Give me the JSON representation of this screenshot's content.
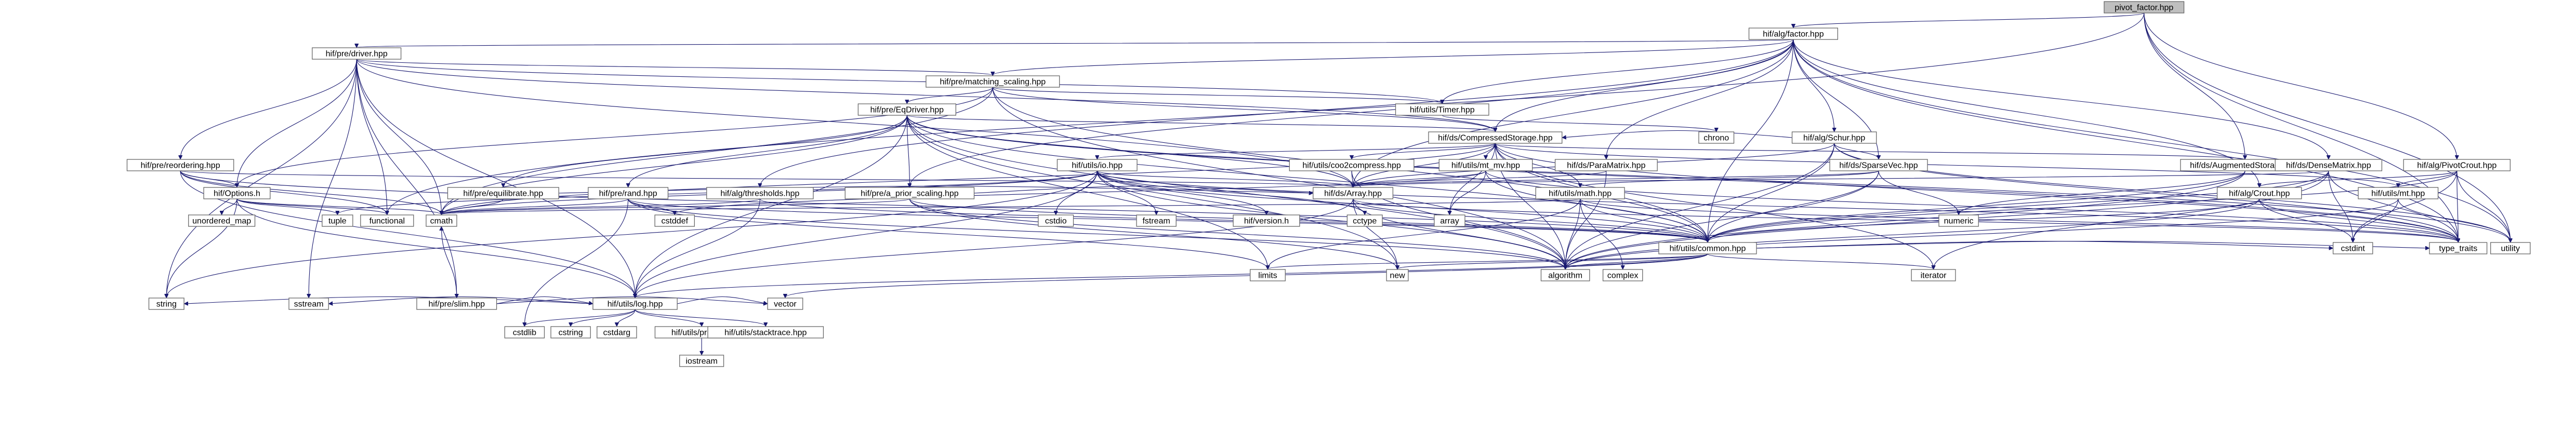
{
  "diagram": {
    "type": "include-dependency-graph",
    "colors": {
      "root_fill": "#bfbfbf",
      "node_fill": "#ffffff",
      "node_border": "#666666",
      "edge": "#191970"
    },
    "nodes": [
      {
        "id": "pivot_factor",
        "label": "pivot_factor.hpp",
        "root": true
      },
      {
        "id": "factor",
        "label": "hif/alg/factor.hpp"
      },
      {
        "id": "driver",
        "label": "hif/pre/driver.hpp"
      },
      {
        "id": "matching",
        "label": "hif/pre/matching_scaling.hpp"
      },
      {
        "id": "eqdriver",
        "label": "hif/pre/EqDriver.hpp"
      },
      {
        "id": "timer",
        "label": "hif/utils/Timer.hpp"
      },
      {
        "id": "chrono",
        "label": "chrono"
      },
      {
        "id": "compressed",
        "label": "hif/ds/CompressedStorage.hpp"
      },
      {
        "id": "schur",
        "label": "hif/alg/Schur.hpp"
      },
      {
        "id": "reordering",
        "label": "hif/pre/reordering.hpp"
      },
      {
        "id": "io",
        "label": "hif/utils/io.hpp"
      },
      {
        "id": "coocompress",
        "label": "hif/utils/coo2compress.hpp"
      },
      {
        "id": "mt_mv",
        "label": "hif/utils/mt_mv.hpp"
      },
      {
        "id": "paramatrix",
        "label": "hif/ds/ParaMatrix.hpp"
      },
      {
        "id": "sparsevec",
        "label": "hif/ds/SparseVec.hpp"
      },
      {
        "id": "augmented",
        "label": "hif/ds/AugmentedStorage.hpp"
      },
      {
        "id": "densematrix",
        "label": "hif/ds/DenseMatrix.hpp"
      },
      {
        "id": "pivotcrout",
        "label": "hif/alg/PivotCrout.hpp"
      },
      {
        "id": "options",
        "label": "hif/Options.h"
      },
      {
        "id": "equilibrate",
        "label": "hif/pre/equilibrate.hpp"
      },
      {
        "id": "prerand",
        "label": "hif/pre/rand.hpp"
      },
      {
        "id": "thresholds",
        "label": "hif/alg/thresholds.hpp"
      },
      {
        "id": "prior_scaling",
        "label": "hif/pre/a_prior_scaling.hpp"
      },
      {
        "id": "array",
        "label": "hif/ds/Array.hpp"
      },
      {
        "id": "math",
        "label": "hif/utils/math.hpp"
      },
      {
        "id": "crout",
        "label": "hif/alg/Crout.hpp"
      },
      {
        "id": "intmt",
        "label": "hif/utils/mt.hpp"
      },
      {
        "id": "cstdio_top",
        "label": "cstdio"
      },
      {
        "id": "fstream",
        "label": "fstream"
      },
      {
        "id": "version",
        "label": "hif/version.h"
      },
      {
        "id": "cctype",
        "label": "cctype"
      },
      {
        "id": "std_array",
        "label": "array"
      },
      {
        "id": "numeric",
        "label": "numeric"
      },
      {
        "id": "unordered_map",
        "label": "unordered_map"
      },
      {
        "id": "tuple",
        "label": "tuple"
      },
      {
        "id": "functional",
        "label": "functional"
      },
      {
        "id": "cmath",
        "label": "cmath"
      },
      {
        "id": "cstddef",
        "label": "cstddef"
      },
      {
        "id": "common",
        "label": "hif/utils/common.hpp"
      },
      {
        "id": "cstdint",
        "label": "cstdint"
      },
      {
        "id": "utility",
        "label": "utility"
      },
      {
        "id": "type_traits",
        "label": "type_traits"
      },
      {
        "id": "algorithm",
        "label": "algorithm"
      },
      {
        "id": "limits",
        "label": "limits"
      },
      {
        "id": "new",
        "label": "new"
      },
      {
        "id": "complex",
        "label": "complex"
      },
      {
        "id": "iterator",
        "label": "iterator"
      },
      {
        "id": "string",
        "label": "string"
      },
      {
        "id": "sstream",
        "label": "sstream"
      },
      {
        "id": "slim",
        "label": "hif/pre/slim.hpp"
      },
      {
        "id": "log",
        "label": "hif/utils/log.hpp"
      },
      {
        "id": "vector",
        "label": "vector"
      },
      {
        "id": "cstdlib",
        "label": "cstdlib"
      },
      {
        "id": "cstring",
        "label": "cstring"
      },
      {
        "id": "cstdarg",
        "label": "cstdarg"
      },
      {
        "id": "print",
        "label": "hif/utils/print.hpp"
      },
      {
        "id": "stacktrace",
        "label": "hif/utils/stacktrace.hpp"
      },
      {
        "id": "iostream",
        "label": "iostream"
      }
    ],
    "edges": [
      [
        "pivot_factor",
        "factor"
      ],
      [
        "pivot_factor",
        "augmented"
      ],
      [
        "pivot_factor",
        "pivotcrout"
      ],
      [
        "pivot_factor",
        "utility"
      ],
      [
        "pivot_factor",
        "type_traits"
      ],
      [
        "pivot_factor",
        "functional"
      ],
      [
        "factor",
        "driver"
      ],
      [
        "factor",
        "matching"
      ],
      [
        "factor",
        "timer"
      ],
      [
        "factor",
        "compressed"
      ],
      [
        "factor",
        "schur"
      ],
      [
        "factor",
        "sparsevec"
      ],
      [
        "factor",
        "densematrix"
      ],
      [
        "factor",
        "crout"
      ],
      [
        "factor",
        "paramatrix"
      ],
      [
        "factor",
        "prior_scaling"
      ],
      [
        "factor",
        "array"
      ],
      [
        "factor",
        "utility"
      ],
      [
        "factor",
        "type_traits"
      ],
      [
        "factor",
        "common"
      ],
      [
        "factor",
        "thresholds"
      ],
      [
        "driver",
        "matching"
      ],
      [
        "driver",
        "reordering"
      ],
      [
        "driver",
        "options"
      ],
      [
        "driver",
        "slim"
      ],
      [
        "driver",
        "log"
      ],
      [
        "driver",
        "timer"
      ],
      [
        "driver",
        "compressed"
      ],
      [
        "driver",
        "string"
      ],
      [
        "driver",
        "sstream"
      ],
      [
        "driver",
        "functional"
      ],
      [
        "driver",
        "cmath"
      ],
      [
        "driver",
        "array"
      ],
      [
        "matching",
        "eqdriver"
      ],
      [
        "matching",
        "timer"
      ],
      [
        "matching",
        "compressed"
      ],
      [
        "matching",
        "options"
      ],
      [
        "matching",
        "common"
      ],
      [
        "matching",
        "algorithm"
      ],
      [
        "matching",
        "cmath"
      ],
      [
        "eqdriver",
        "compressed"
      ],
      [
        "eqdriver",
        "array"
      ],
      [
        "eqdriver",
        "equilibrate"
      ],
      [
        "eqdriver",
        "prerand"
      ],
      [
        "eqdriver",
        "prior_scaling"
      ],
      [
        "eqdriver",
        "log"
      ],
      [
        "eqdriver",
        "common"
      ],
      [
        "eqdriver",
        "cmath"
      ],
      [
        "eqdriver",
        "limits"
      ],
      [
        "eqdriver",
        "new"
      ],
      [
        "eqdriver",
        "algorithm"
      ],
      [
        "eqdriver",
        "type_traits"
      ],
      [
        "eqdriver",
        "utility"
      ],
      [
        "timer",
        "chrono"
      ],
      [
        "compressed",
        "io"
      ],
      [
        "compressed",
        "coocompress"
      ],
      [
        "compressed",
        "mt_mv"
      ],
      [
        "compressed",
        "array"
      ],
      [
        "compressed",
        "common"
      ],
      [
        "compressed",
        "math"
      ],
      [
        "compressed",
        "algorithm"
      ],
      [
        "compressed",
        "std_array"
      ],
      [
        "compressed",
        "iterator"
      ],
      [
        "compressed",
        "type_traits"
      ],
      [
        "compressed",
        "cmath"
      ],
      [
        "compressed",
        "intmt"
      ],
      [
        "schur",
        "compressed"
      ],
      [
        "schur",
        "sparsevec"
      ],
      [
        "schur",
        "array"
      ],
      [
        "schur",
        "common"
      ],
      [
        "schur",
        "utility"
      ],
      [
        "schur",
        "type_traits"
      ],
      [
        "schur",
        "algorithm"
      ],
      [
        "reordering",
        "options"
      ],
      [
        "reordering",
        "array"
      ],
      [
        "reordering",
        "common"
      ],
      [
        "reordering",
        "log"
      ],
      [
        "reordering",
        "cmath"
      ],
      [
        "reordering",
        "functional"
      ],
      [
        "io",
        "array"
      ],
      [
        "io",
        "version"
      ],
      [
        "io",
        "fstream"
      ],
      [
        "io",
        "cstdio_top"
      ],
      [
        "io",
        "cctype"
      ],
      [
        "io",
        "common"
      ],
      [
        "io",
        "log"
      ],
      [
        "io",
        "cmath"
      ],
      [
        "io",
        "algorithm"
      ],
      [
        "io",
        "tuple"
      ],
      [
        "io",
        "type_traits"
      ],
      [
        "io",
        "string"
      ],
      [
        "coocompress",
        "array"
      ],
      [
        "coocompress",
        "algorithm"
      ],
      [
        "mt_mv",
        "array"
      ],
      [
        "mt_mv",
        "std_array"
      ],
      [
        "mt_mv",
        "common"
      ],
      [
        "mt_mv",
        "type_traits"
      ],
      [
        "mt_mv",
        "cstddef"
      ],
      [
        "paramatrix",
        "array"
      ],
      [
        "paramatrix",
        "algorithm"
      ],
      [
        "sparsevec",
        "array"
      ],
      [
        "sparsevec",
        "common"
      ],
      [
        "sparsevec",
        "math"
      ],
      [
        "sparsevec",
        "algorithm"
      ],
      [
        "sparsevec",
        "numeric"
      ],
      [
        "augmented",
        "compressed"
      ],
      [
        "augmented",
        "common"
      ],
      [
        "augmented",
        "algorithm"
      ],
      [
        "augmented",
        "numeric"
      ],
      [
        "densematrix",
        "array"
      ],
      [
        "densematrix",
        "common"
      ],
      [
        "densematrix",
        "algorithm"
      ],
      [
        "densematrix",
        "cstdint"
      ],
      [
        "densematrix",
        "iterator"
      ],
      [
        "densematrix",
        "type_traits"
      ],
      [
        "pivotcrout",
        "crout"
      ],
      [
        "pivotcrout",
        "common"
      ],
      [
        "pivotcrout",
        "intmt"
      ],
      [
        "pivotcrout",
        "utility"
      ],
      [
        "pivotcrout",
        "type_traits"
      ],
      [
        "pivotcrout",
        "cstdint"
      ],
      [
        "options",
        "unordered_map"
      ],
      [
        "options",
        "tuple"
      ],
      [
        "options",
        "functional"
      ],
      [
        "options",
        "cmath"
      ],
      [
        "options",
        "string"
      ],
      [
        "options",
        "log"
      ],
      [
        "equilibrate",
        "cmath"
      ],
      [
        "equilibrate",
        "array"
      ],
      [
        "prerand",
        "cmath"
      ],
      [
        "prerand",
        "cstdlib"
      ],
      [
        "prerand",
        "cstddef"
      ],
      [
        "prerand",
        "algorithm"
      ],
      [
        "prerand",
        "limits"
      ],
      [
        "prerand",
        "common"
      ],
      [
        "thresholds",
        "cmath"
      ],
      [
        "thresholds",
        "common"
      ],
      [
        "thresholds",
        "log"
      ],
      [
        "prior_scaling",
        "array"
      ],
      [
        "prior_scaling",
        "cmath"
      ],
      [
        "prior_scaling",
        "new"
      ],
      [
        "prior_scaling",
        "algorithm"
      ],
      [
        "prior_scaling",
        "common"
      ],
      [
        "array",
        "common"
      ],
      [
        "array",
        "log"
      ],
      [
        "array",
        "algorithm"
      ],
      [
        "array",
        "new"
      ],
      [
        "array",
        "type_traits"
      ],
      [
        "math",
        "common"
      ],
      [
        "math",
        "complex"
      ],
      [
        "math",
        "algorithm"
      ],
      [
        "math",
        "type_traits"
      ],
      [
        "math",
        "limits"
      ],
      [
        "math",
        "cmath"
      ],
      [
        "crout",
        "common"
      ],
      [
        "crout",
        "algorithm"
      ],
      [
        "crout",
        "cstdint"
      ],
      [
        "crout",
        "type_traits"
      ],
      [
        "intmt",
        "cstdint"
      ],
      [
        "intmt",
        "utility"
      ],
      [
        "intmt",
        "algorithm"
      ],
      [
        "slim",
        "cmath"
      ],
      [
        "slim",
        "vector"
      ],
      [
        "slim",
        "log"
      ],
      [
        "common",
        "log"
      ],
      [
        "common",
        "cstdint"
      ],
      [
        "common",
        "type_traits"
      ],
      [
        "common",
        "algorithm"
      ],
      [
        "common",
        "limits"
      ],
      [
        "common",
        "new"
      ],
      [
        "common",
        "iterator"
      ],
      [
        "common",
        "vector"
      ],
      [
        "log",
        "string"
      ],
      [
        "log",
        "sstream"
      ],
      [
        "log",
        "cstdlib"
      ],
      [
        "log",
        "cstring"
      ],
      [
        "log",
        "cstdarg"
      ],
      [
        "log",
        "print"
      ],
      [
        "log",
        "stacktrace"
      ],
      [
        "log",
        "vector"
      ],
      [
        "log",
        "cstdio"
      ],
      [
        "print",
        "iostream"
      ]
    ]
  }
}
